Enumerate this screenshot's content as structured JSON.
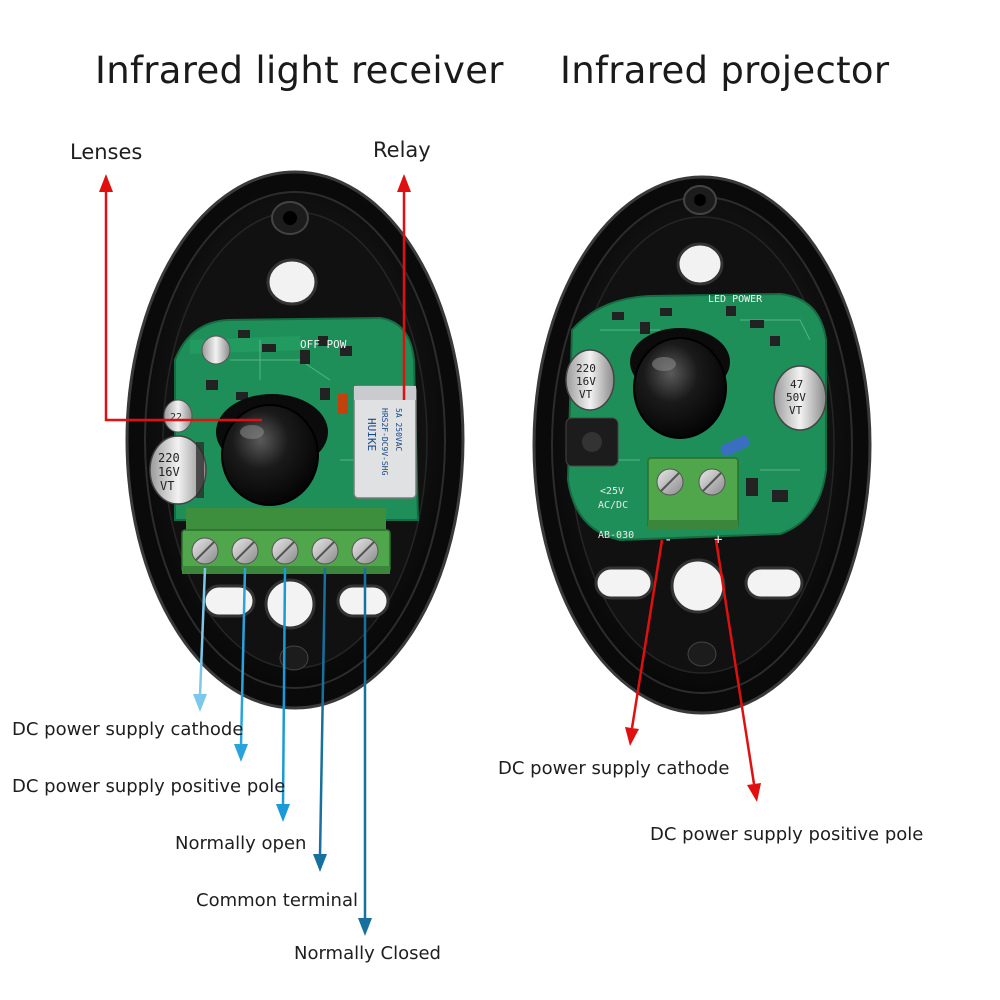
{
  "titles": {
    "receiver": "Infrared light receiver",
    "projector": "Infrared projector"
  },
  "receiver_labels": {
    "lenses": "Lenses",
    "relay": "Relay",
    "cathode": "DC power supply cathode",
    "positive": "DC power supply positive pole",
    "normally_open": "Normally open",
    "common": "Common terminal",
    "normally_closed": "Normally Closed"
  },
  "projector_labels": {
    "cathode": "DC power supply cathode",
    "positive": "DC power supply positive pole"
  },
  "board_markings": {
    "cap_left": [
      "220",
      "16V",
      "VT"
    ],
    "cap_small": "22",
    "relay_text": [
      "HUIKE",
      "HRS2F-DC9V-SHG",
      "5A 250VAC"
    ],
    "off_pow": "OFF POW",
    "proj_cap_left": [
      "220",
      "16V",
      "VT"
    ],
    "proj_cap_right": [
      "47",
      "50V",
      "VT"
    ],
    "proj_led_pow": "LED POWER",
    "proj_ac_dc": [
      "<25V",
      "AC/DC"
    ],
    "proj_model": "AB-030",
    "proj_terminal_signs": [
      "-",
      "+"
    ]
  },
  "colors": {
    "arrow_red": "#e01010",
    "arrow_light_blue": "#7cc7ea",
    "arrow_blue": "#1a9ad6",
    "arrow_dark_blue": "#17709e",
    "pcb_green": "#1f8f5a",
    "terminal_green": "#4fa64b",
    "housing": "#0c0c0c"
  }
}
